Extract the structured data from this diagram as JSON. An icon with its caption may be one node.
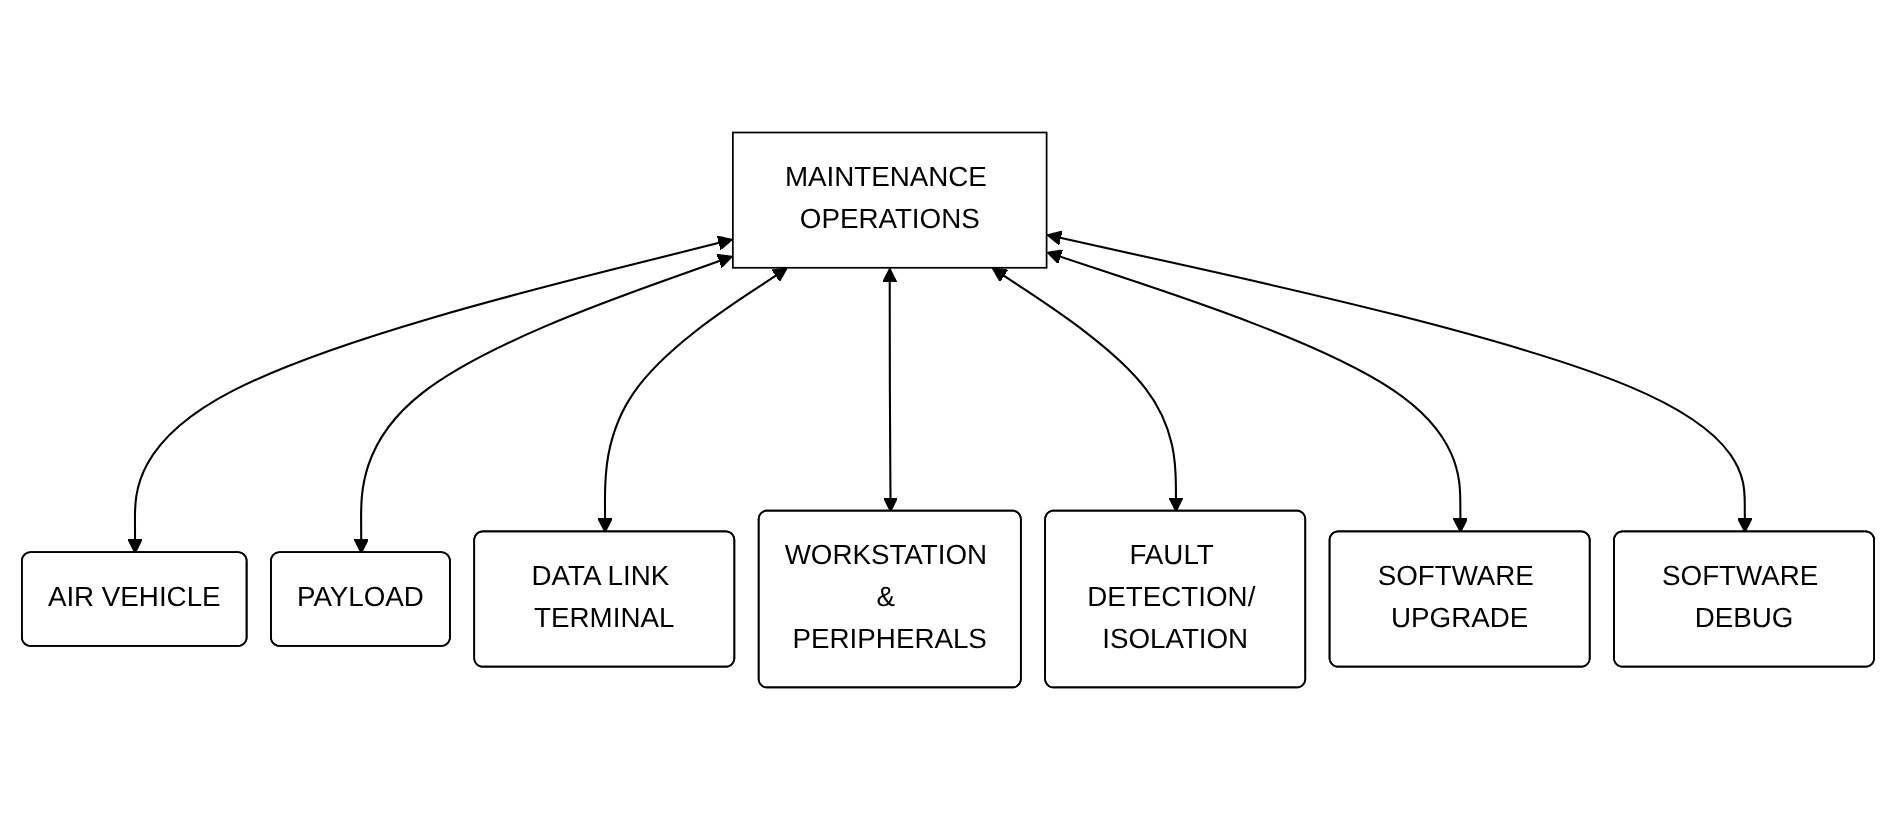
{
  "diagram": {
    "nodes": [
      {
        "text": [
          "MAINTENANCE OPERATIONS"
        ]
      },
      {
        "text": [
          "AIR VEHICLE"
        ]
      },
      {
        "text": [
          "PAYLOAD"
        ]
      },
      {
        "text": [
          "DATA LINK TERMINAL"
        ]
      },
      {
        "text": [
          "WORKSTATION & PERIPHERALS"
        ]
      },
      {
        "text": [
          "FAULT DETECTION/ ISOLATION"
        ]
      },
      {
        "text": [
          "SOFTWARE UPGRADE"
        ]
      },
      {
        "text": [
          "SOFTWARE DEBUG"
        ]
      }
    ],
    "edges": [
      {
        "from": 0,
        "to": 1,
        "arrow": "both"
      },
      {
        "from": 0,
        "to": 2,
        "arrow": "both"
      },
      {
        "from": 0,
        "to": 3,
        "arrow": "both"
      },
      {
        "from": 0,
        "to": 4,
        "arrow": "both"
      },
      {
        "from": 0,
        "to": 5,
        "arrow": "both"
      },
      {
        "from": 0,
        "to": 6,
        "arrow": "both"
      },
      {
        "from": 0,
        "to": 7,
        "arrow": "both"
      }
    ]
  }
}
